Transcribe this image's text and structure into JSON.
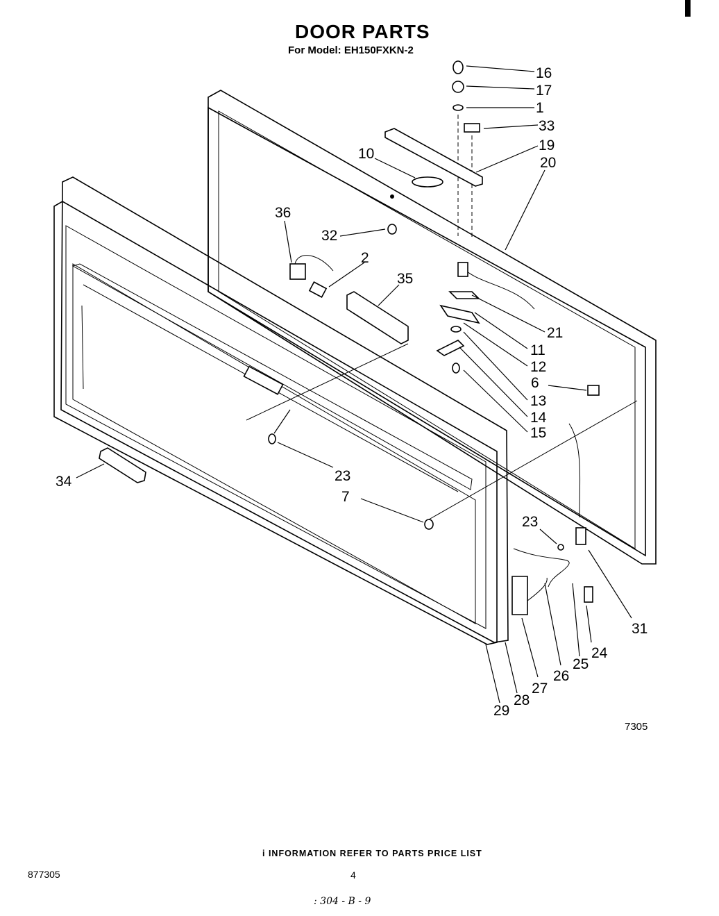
{
  "header": {
    "title": "DOOR PARTS",
    "subtitle": "For Model: EH150FXKN-2"
  },
  "callouts": [
    "16",
    "17",
    "1",
    "33",
    "19",
    "20",
    "10",
    "36",
    "32",
    "2",
    "35",
    "21",
    "11",
    "12",
    "6",
    "13",
    "14",
    "15",
    "23",
    "34",
    "23",
    "7",
    "23",
    "31",
    "24",
    "25",
    "26",
    "27",
    "28",
    "29"
  ],
  "figure_number": "7305",
  "footer": {
    "info": "i INFORMATION REFER TO PARTS PRICE LIST",
    "document_number": "877305",
    "page_number": "4",
    "handwritten_note": ": 304 - B - 9"
  }
}
